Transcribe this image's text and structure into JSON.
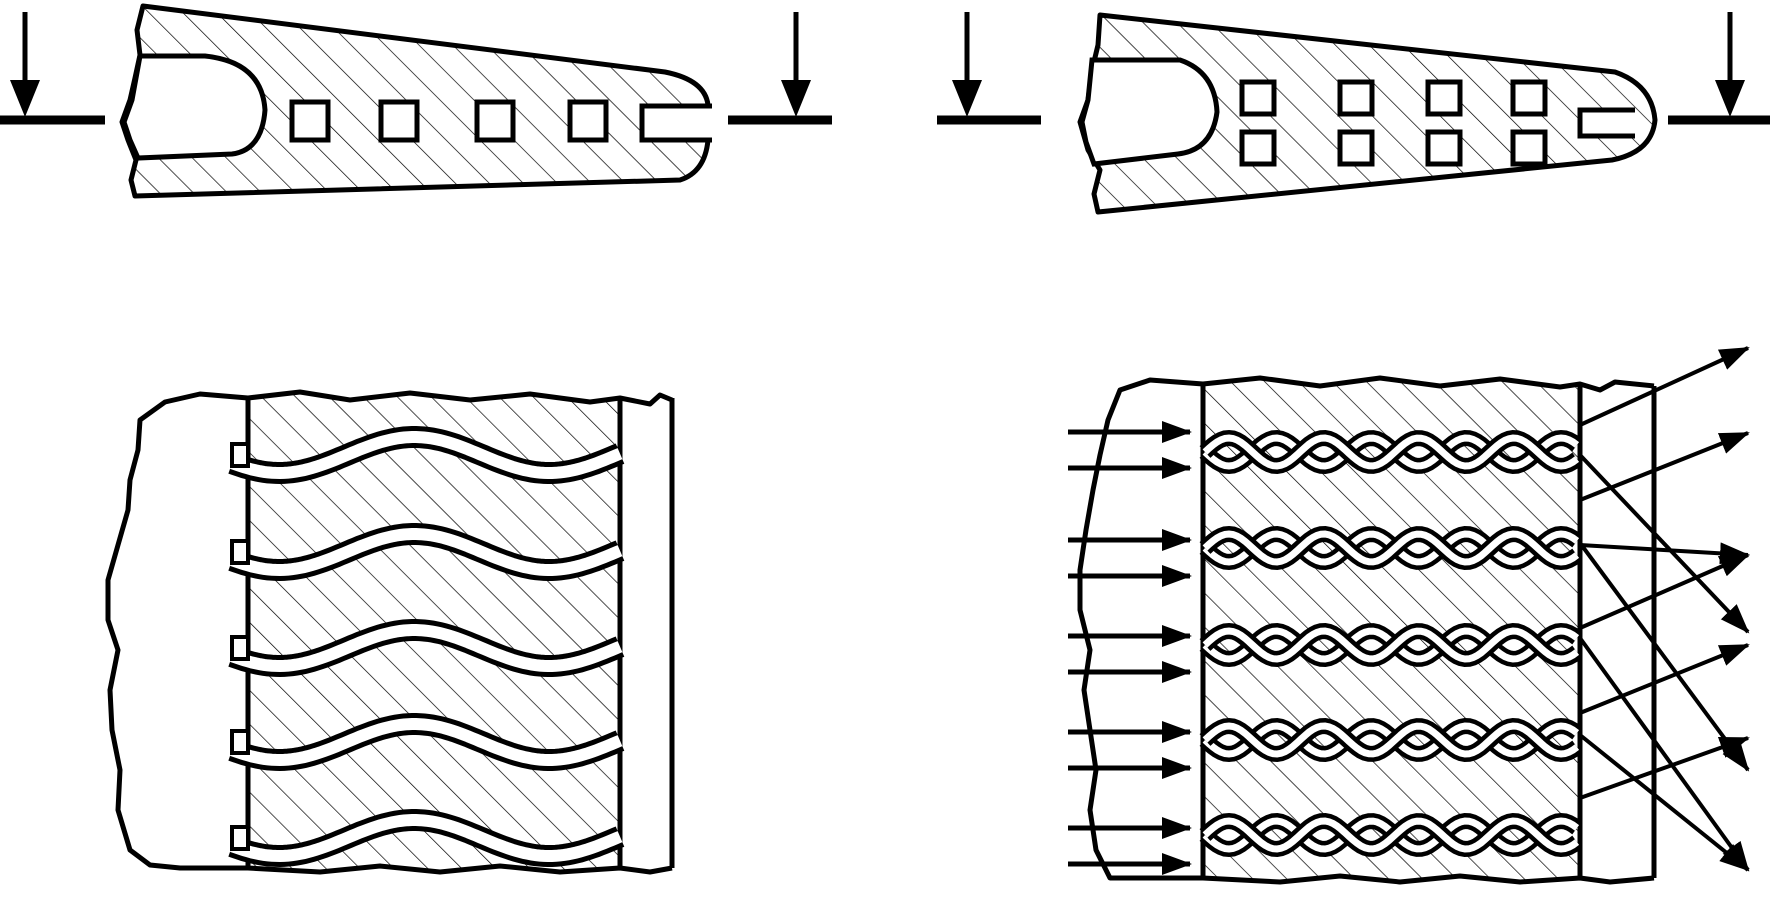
{
  "diagram": {
    "style": {
      "stroke": "#000000",
      "background": "#ffffff",
      "hatch": "#000000"
    },
    "views": [
      {
        "id": "left-cross-section",
        "channel_layout": "single-row",
        "channel_count": 4,
        "slot_count": 1
      },
      {
        "id": "right-cross-section",
        "channel_layout": "double-row",
        "channel_count": 8,
        "slot_count": 1
      },
      {
        "id": "left-plan-view",
        "wavy_channels": 5,
        "flow_arrows": 0
      },
      {
        "id": "right-plan-view",
        "braided_channels": 5,
        "inlet_arrows": 10,
        "outlet_arrows": 10
      }
    ]
  }
}
